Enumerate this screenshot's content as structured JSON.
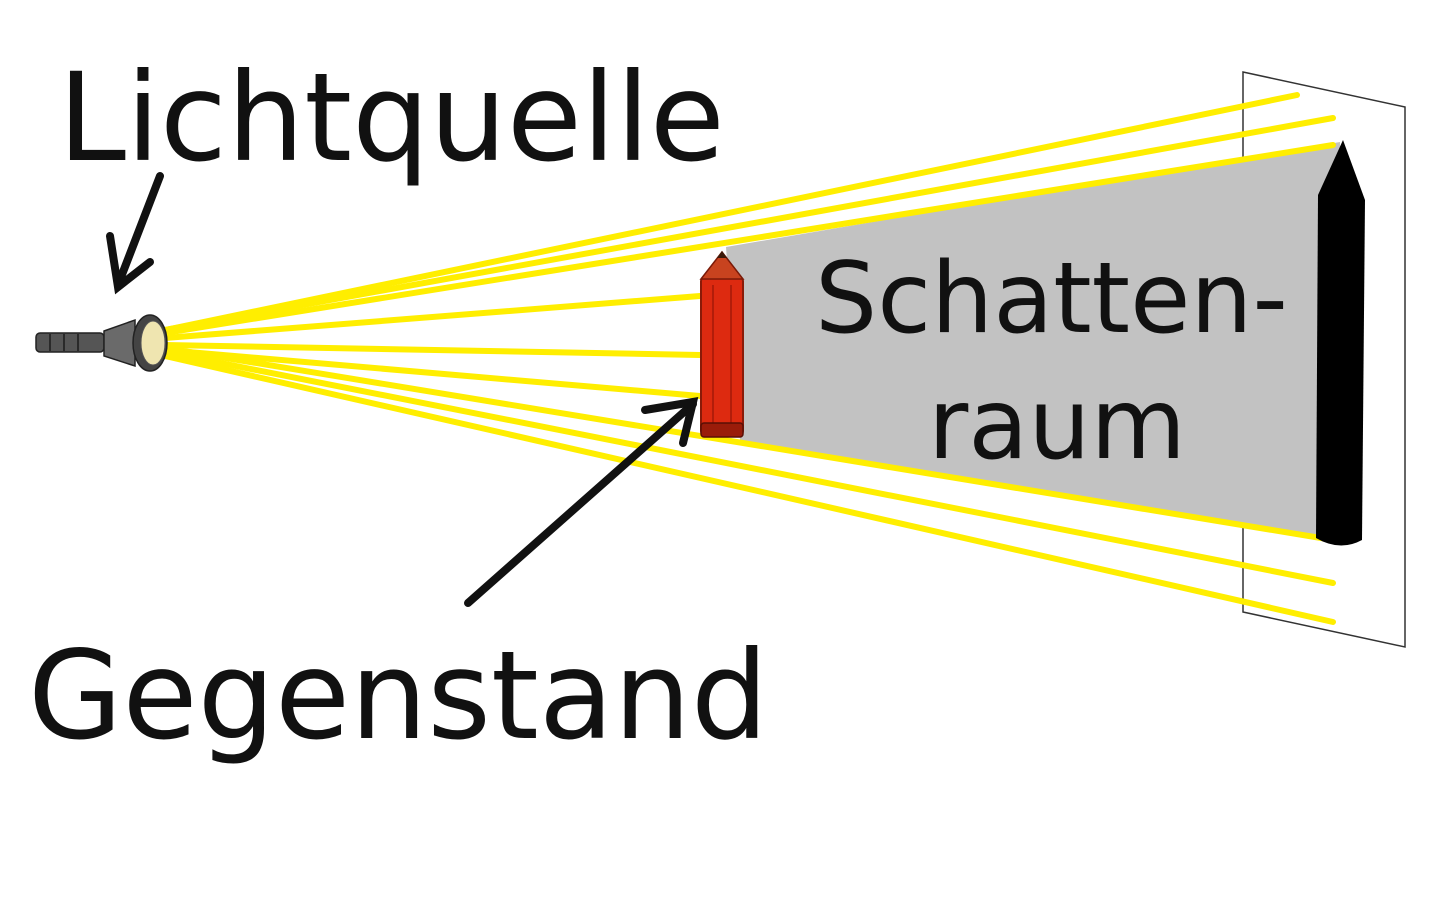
{
  "labels": {
    "light_source": "Lichtquelle",
    "object": "Gegenstand",
    "shadow_line1": "Schatten-",
    "shadow_line2": "raum"
  },
  "colors": {
    "light_ray": "#ffee00",
    "shadow_region": "#c2c2c2",
    "shadow_on_wall": "#000000",
    "pencil_body": "#dd2a10",
    "pencil_tip": "#c8431f",
    "arrow": "#111111",
    "wall_outline": "#333333",
    "flashlight_body": "#555555",
    "flashlight_lens": "#efe5b0"
  },
  "icons": {
    "light_source": "flashlight-icon",
    "object": "pencil-icon"
  }
}
